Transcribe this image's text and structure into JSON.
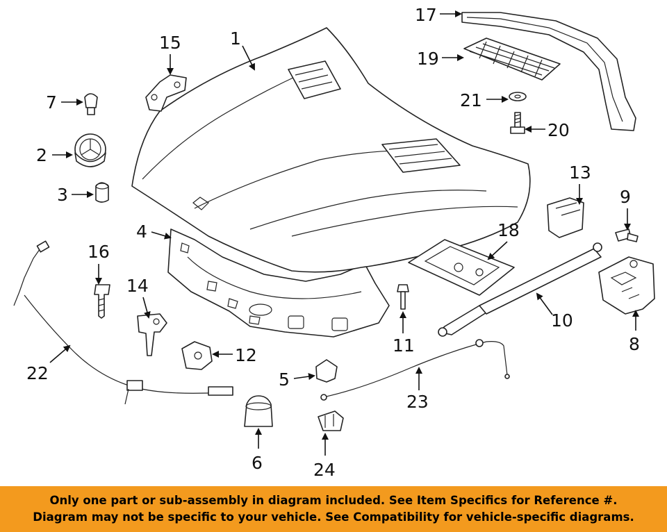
{
  "diagram": {
    "callouts": {
      "1": "1",
      "2": "2",
      "3": "3",
      "4": "4",
      "5": "5",
      "6": "6",
      "7": "7",
      "8": "8",
      "9": "9",
      "10": "10",
      "11": "11",
      "12": "12",
      "13": "13",
      "14": "14",
      "15": "15",
      "16": "16",
      "17": "17",
      "18": "18",
      "19": "19",
      "20": "20",
      "21": "21",
      "22": "22",
      "23": "23",
      "24": "24"
    }
  },
  "banner": {
    "line1": "Only one part or sub-assembly in diagram included. See Item Specifics for Reference #.",
    "line2": "Diagram may not be specific to your vehicle. See Compatibility for vehicle-specific diagrams."
  },
  "colors": {
    "banner_bg": "#f39a1e",
    "line": "#222222"
  }
}
